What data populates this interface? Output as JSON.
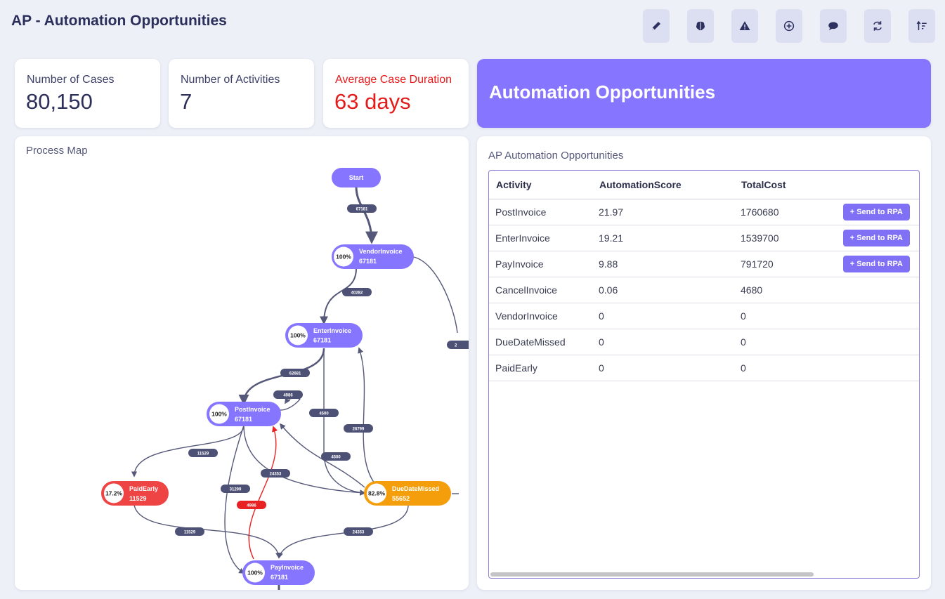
{
  "page": {
    "title": "AP - Automation Opportunities"
  },
  "toolbar": [
    {
      "name": "edit-button",
      "icon": "pencil-icon"
    },
    {
      "name": "brain-button",
      "icon": "brain-icon"
    },
    {
      "name": "warning-button",
      "icon": "warning-icon"
    },
    {
      "name": "add-button",
      "icon": "plus-circle-icon"
    },
    {
      "name": "comment-button",
      "icon": "chat-icon"
    },
    {
      "name": "refresh-button",
      "icon": "refresh-icon"
    },
    {
      "name": "sort-button",
      "icon": "sort-icon"
    }
  ],
  "kpis": {
    "cases": {
      "label": "Number of Cases",
      "value": "80,150"
    },
    "activities": {
      "label": "Number of Activities",
      "value": "7"
    },
    "duration": {
      "label": "Average Case Duration",
      "value": "63 days"
    }
  },
  "banner": {
    "title": "Automation Opportunities"
  },
  "process_map": {
    "title": "Process Map",
    "nodes": {
      "start": {
        "name": "Start"
      },
      "vendor": {
        "name": "VendorInvoice",
        "count": "67181",
        "pct": "100%"
      },
      "enter": {
        "name": "EnterInvoice",
        "count": "67181",
        "pct": "100%"
      },
      "post": {
        "name": "PostInvoice",
        "count": "67181",
        "pct": "100%"
      },
      "paidearly": {
        "name": "PaidEarly",
        "count": "11529",
        "pct": "17.2%"
      },
      "duedate": {
        "name": "DueDateMissed",
        "count": "55652",
        "pct": "82.8%"
      },
      "pay": {
        "name": "PayInvoice",
        "count": "67181",
        "pct": "100%"
      }
    },
    "edges": {
      "e_start_vendor": "67181",
      "e_vendor_enter": "40282",
      "e_vendor_right": "2",
      "e_enter_post": "62681",
      "e_post_loop": "4986",
      "e_enter_due": "4500",
      "e_due_enter": "26799",
      "e_post_paidearly": "11529",
      "e_due_post": "4500",
      "e_post_due": "24353",
      "e_post_pay": "31299",
      "e_pay_post": "4986",
      "e_paidearly_pay": "11529",
      "e_due_pay": "24353"
    },
    "colors": {
      "node": "#8676ff",
      "paidearly": "#ef4444",
      "duedate": "#f59e0b",
      "edge": "#555878",
      "rework": "#e82222"
    }
  },
  "opportunities": {
    "title": "AP Automation Opportunities",
    "columns": [
      "Activity",
      "AutomationScore",
      "TotalCost"
    ],
    "button_label": "+ Send to RPA",
    "rows": [
      {
        "activity": "PostInvoice",
        "score": "21.97",
        "cost": "1760680",
        "rpa": true
      },
      {
        "activity": "EnterInvoice",
        "score": "19.21",
        "cost": "1539700",
        "rpa": true
      },
      {
        "activity": "PayInvoice",
        "score": "9.88",
        "cost": "791720",
        "rpa": true
      },
      {
        "activity": "CancelInvoice",
        "score": "0.06",
        "cost": "4680",
        "rpa": false
      },
      {
        "activity": "VendorInvoice",
        "score": "0",
        "cost": "0",
        "rpa": false
      },
      {
        "activity": "DueDateMissed",
        "score": "0",
        "cost": "0",
        "rpa": false
      },
      {
        "activity": "PaidEarly",
        "score": "0",
        "cost": "0",
        "rpa": false
      }
    ]
  }
}
